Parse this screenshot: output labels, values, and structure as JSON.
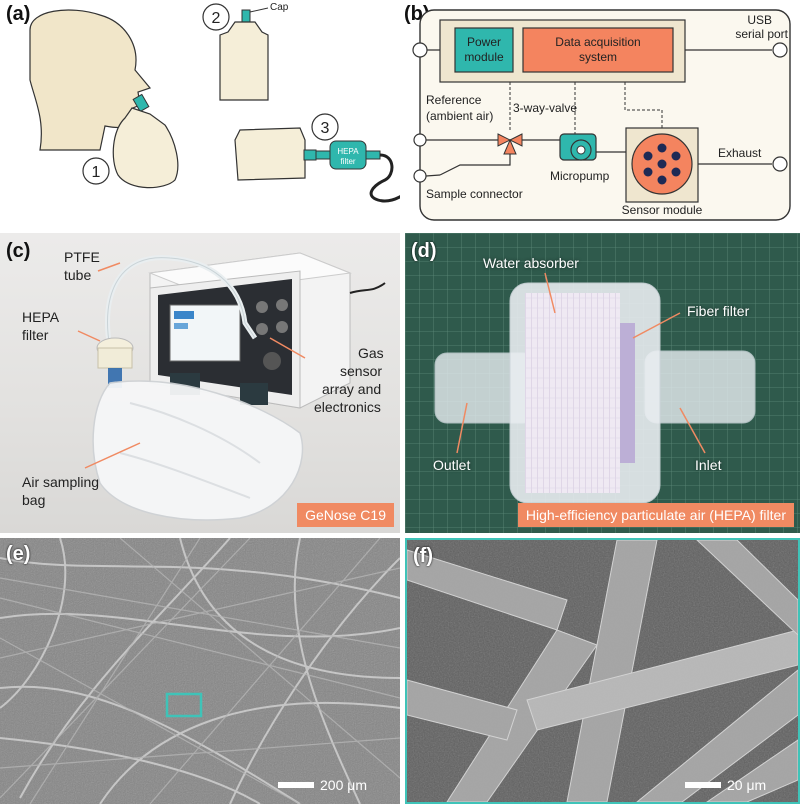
{
  "panel_a": {
    "label": "(a)",
    "step1": "1",
    "step2": "2",
    "step3": "3",
    "cap": "Cap",
    "hepa_small": "HEPA",
    "filter_small": "filter"
  },
  "panel_b": {
    "label": "(b)",
    "power_module_1": "Power",
    "power_module_2": "module",
    "daq_1": "Data acquisition",
    "daq_2": "system",
    "usb_1": "USB",
    "usb_2": "serial port",
    "reference_1": "Reference",
    "reference_2": "(ambient air)",
    "valve": "3-way-valve",
    "micropump": "Micropump",
    "exhaust": "Exhaust",
    "sample_connector": "Sample connector",
    "sensor_module": "Sensor module",
    "colors": {
      "teal": "#2fb7ad",
      "orange": "#f4845f",
      "beige": "#efe6cf"
    }
  },
  "panel_c": {
    "label": "(c)",
    "ptfe_1": "PTFE",
    "ptfe_2": "tube",
    "hepa_1": "HEPA",
    "hepa_2": "filter",
    "gas_1": "Gas",
    "gas_2": "sensor",
    "gas_3": "array and",
    "gas_4": "electronics",
    "bag_1": "Air sampling",
    "bag_2": "bag",
    "banner": "GeNose C19",
    "banner_color": "#f08a62"
  },
  "panel_d": {
    "label": "(d)",
    "water_absorber": "Water absorber",
    "fiber_filter": "Fiber filter",
    "outlet": "Outlet",
    "inlet": "Inlet",
    "banner": "High-efficiency particulate air (HEPA) filter",
    "banner_color": "#f08a62"
  },
  "panel_e": {
    "label": "(e)",
    "scale": "200 μm"
  },
  "panel_f": {
    "label": "(f)",
    "scale": "20 μm",
    "border_color": "#3fc3b8"
  }
}
